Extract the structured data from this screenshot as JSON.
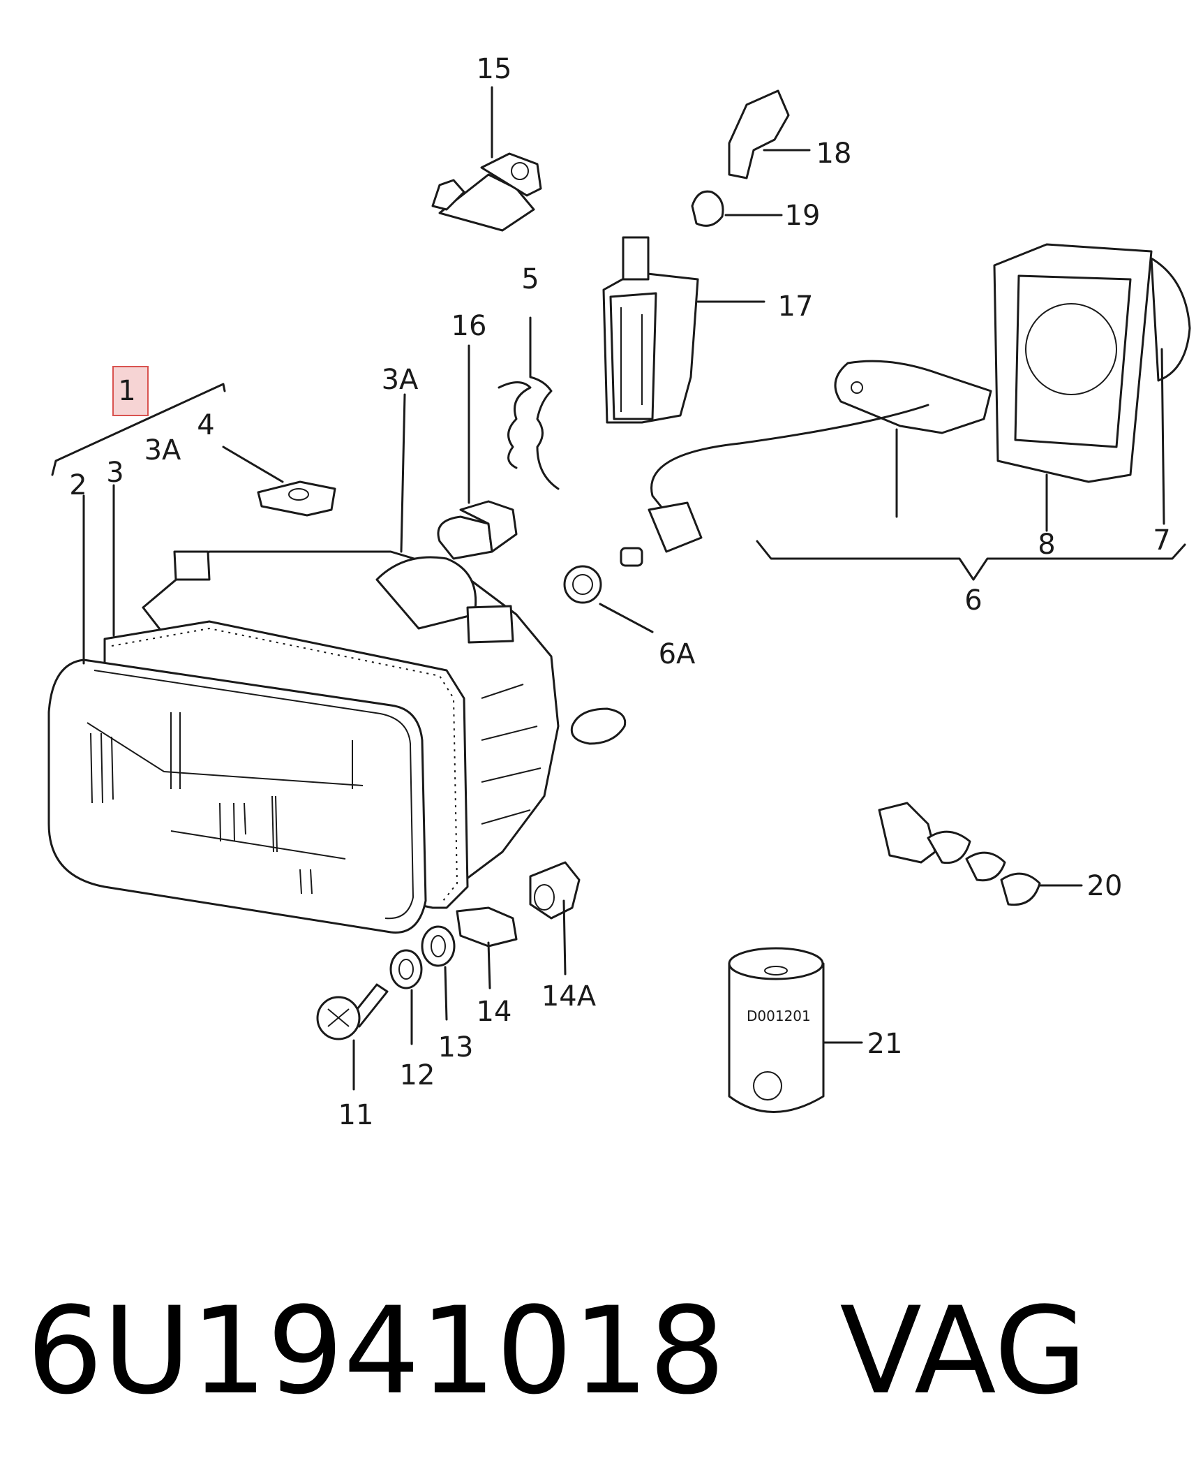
{
  "callouts": {
    "c1": "1",
    "c2": "2",
    "c3": "3",
    "c3a": "3A",
    "c3a_top": "3A",
    "c4": "4",
    "c5": "5",
    "c6": "6",
    "c6a": "6A",
    "c7": "7",
    "c8": "8",
    "c11": "11",
    "c12": "12",
    "c13": "13",
    "c14": "14",
    "c14a": "14A",
    "c15": "15",
    "c16": "16",
    "c17": "17",
    "c18": "18",
    "c19": "19",
    "c20": "20",
    "c21": "21"
  },
  "can_label": "D001201",
  "footer": {
    "code": "6U1941018   VAG"
  },
  "colors": {
    "line": "#1a1a1a",
    "highlight_fill": "#f6d4d4",
    "highlight_stroke": "#d9534f",
    "background": "#ffffff"
  }
}
